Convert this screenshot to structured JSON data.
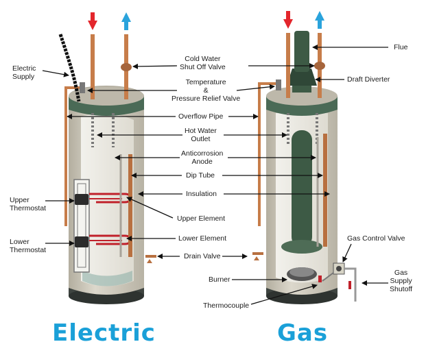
{
  "colors": {
    "accent_text": "#1aa0d8",
    "tank_body": "#c9c5b8",
    "tank_top": "#b5b0a2",
    "copper": "#c77d4a",
    "element_red": "#c0202a",
    "flue": "#3d5a45",
    "hot_arrow": "#e3262c",
    "cold_arrow": "#2aa3dc"
  },
  "labels": {
    "electric_supply": "Electric\nSupply",
    "cold_water": "Cold Water\nShut Off Valve",
    "temp_pressure": "Temperature\n&\nPressure Relief Valve",
    "overflow_pipe": "Overflow Pipe",
    "hot_water": "Hot Water\nOutlet",
    "anticorrosion": "Anticorrosion\nAnode",
    "dip_tube": "Dip Tube",
    "insulation": "Insulation",
    "upper_thermostat": "Upper\nThermostat",
    "upper_element": "Upper Element",
    "lower_thermostat": "Lower\nThermostat",
    "lower_element": "Lower Element",
    "drain_valve": "Drain Valve",
    "burner": "Burner",
    "thermocouple": "Thermocouple",
    "flue": "Flue",
    "draft_diverter": "Draft Diverter",
    "gas_control_valve": "Gas Control Valve",
    "gas_supply_shutoff": "Gas\nSupply\nShutoff"
  },
  "titles": {
    "electric": "Electric",
    "gas": "Gas"
  }
}
